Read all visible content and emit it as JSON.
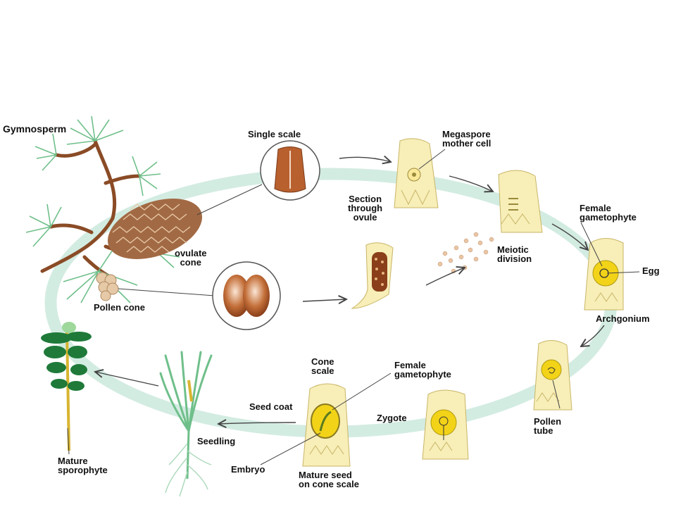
{
  "diagram": {
    "title": "Gymnosperm",
    "colors": {
      "ring": "#d3ece2",
      "cell": "#f7eeb8",
      "cellStroke": "#c9b565",
      "yolk": "#f2d318",
      "seed": "#b8602e",
      "needle": "#6fbf8a",
      "branch": "#8a4b26"
    },
    "labels": {
      "single_scale": "Single scale",
      "megaspore": "Megaspore\nmother cell",
      "section": "Section\nthrough\novule",
      "ovulate_cone": "ovulate\ncone",
      "meiotic": "Meiotic\ndivision",
      "female_gam_top": "Female\ngametophyte",
      "egg": "Egg",
      "archgonium": "Archgonium",
      "pollen_cone": "Pollen cone",
      "pollen_tube": "Pollen\ntube",
      "cone_scale": "Cone\nscale",
      "female_gam_bottom": "Female\ngametophyte",
      "zygote": "Zygote",
      "seed_coat": "Seed coat",
      "embryo": "Embryo",
      "mature_seed": "Mature seed\non cone scale",
      "seedling": "Seedling",
      "mature_sporophyte": "Mature\nsporophyte"
    }
  }
}
